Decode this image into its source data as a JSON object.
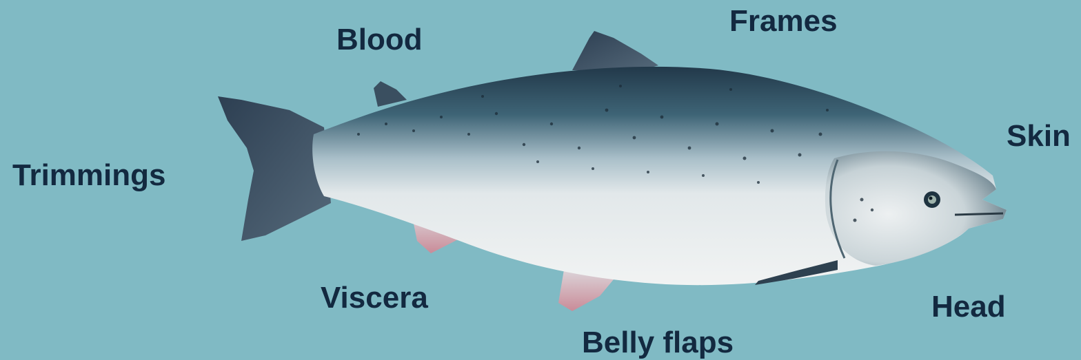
{
  "labels": {
    "blood": "Blood",
    "frames": "Frames",
    "skin": "Skin",
    "trimmings": "Trimmings",
    "viscera": "Viscera",
    "head": "Head",
    "belly_flaps": "Belly flaps"
  },
  "colors": {
    "background": "#80bac4",
    "label_text": "#132940",
    "fish_back": "#2f4b5a",
    "fish_belly": "#e8ecee",
    "fins": "#3e5264"
  },
  "image": {
    "subject": "salmon-icon"
  }
}
